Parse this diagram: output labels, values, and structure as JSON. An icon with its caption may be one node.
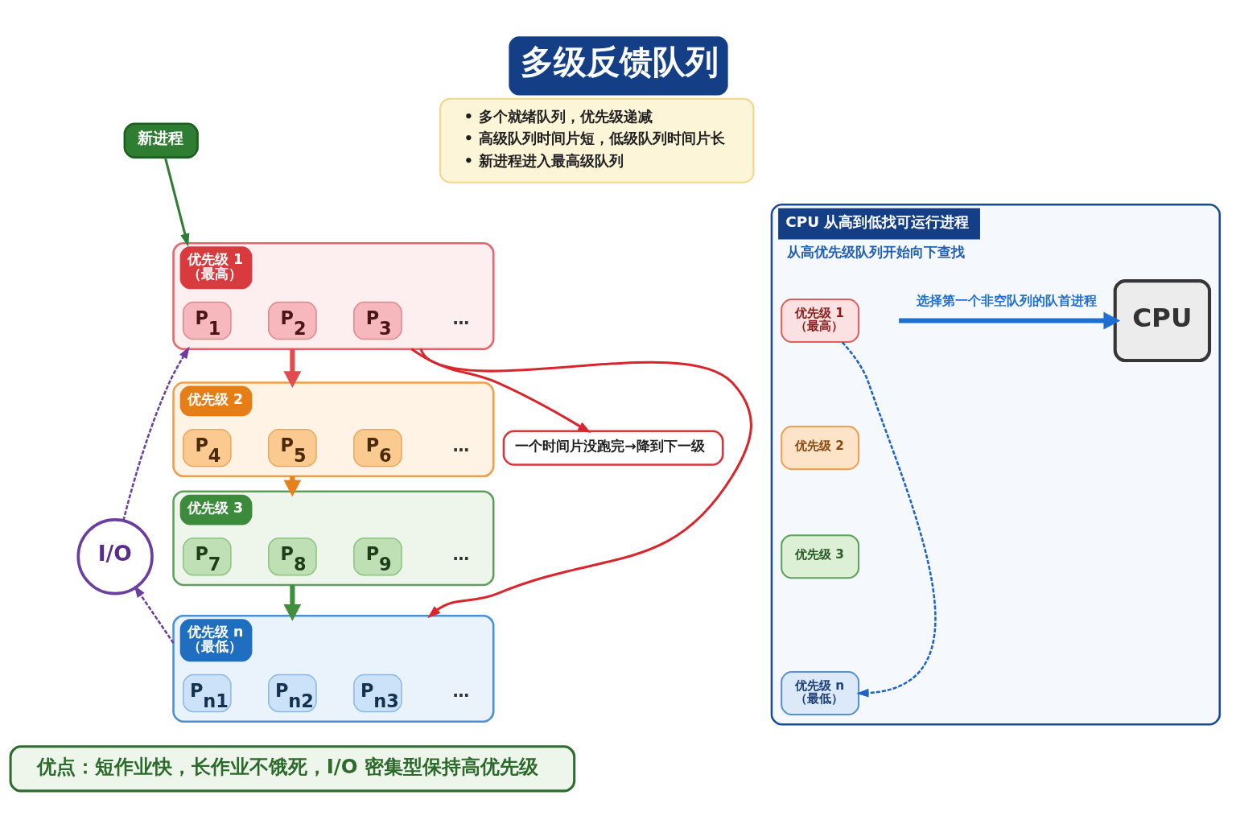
{
  "diagram": {
    "title": "多级反馈队列",
    "nodes": [
      {
        "text": [
          "• 多个就绪队列，优先级递减",
          "• 高级队列时间片短，低级队列时间片长",
          "• 新进程进入最高级队列"
        ]
      },
      {
        "text": [
          "新进程"
        ]
      },
      {
        "text": [
          "优先级 1",
          "（最高）"
        ]
      },
      {
        "text": [
          "P$_{1}$"
        ],
        "in": 2
      },
      {
        "text": [
          "P$_{2}$"
        ],
        "in": 2
      },
      {
        "text": [
          "P$_{3}$"
        ],
        "in": 2
      },
      {
        "text": [
          "优先级 2"
        ]
      },
      {
        "text": [
          "P$_{4}$"
        ],
        "in": 6
      },
      {
        "text": [
          "P$_{5}$"
        ],
        "in": 6
      },
      {
        "text": [
          "P$_{6}$"
        ],
        "in": 6
      },
      {
        "text": [
          "优先级 3"
        ]
      },
      {
        "text": [
          "P$_{7}$"
        ],
        "in": 10
      },
      {
        "text": [
          "P$_{8}$"
        ],
        "in": 10
      },
      {
        "text": [
          "P$_{9}$"
        ],
        "in": 10
      },
      {
        "text": [
          "优先级 n",
          "（最低）"
        ]
      },
      {
        "text": [
          "P$_{n1}$"
        ],
        "in": 14
      },
      {
        "text": [
          "P$_{n2}$"
        ],
        "in": 14
      },
      {
        "text": [
          "P$_{n3}$"
        ],
        "in": 14
      },
      {
        "text": [
          "I/O"
        ]
      },
      {
        "text": [
          "一个时间片没跑完→降到下一级"
        ]
      },
      {
        "text": [
          "CPU 从高到低找可运行进程",
          "从高优先级队列开始向下查找"
        ]
      },
      {
        "text": [
          "优先级 1",
          "（最高）"
        ],
        "in": 20
      },
      {
        "text": [
          "优先级 2"
        ],
        "in": 20
      },
      {
        "text": [
          "优先级 3"
        ],
        "in": 20
      },
      {
        "text": [
          "优先级 n",
          "（最低）"
        ],
        "in": 20
      },
      {
        "text": [
          "CPU"
        ],
        "in": 20
      },
      {
        "text": [
          "优点：短作业快，长作业不饿死，I/O 密集型保持高优先级"
        ]
      }
    ],
    "edges": [
      {
        "from": 1,
        "to": 2,
        "arrow": "to",
        "color": "#2e7d32"
      },
      {
        "from": 18,
        "to": 2,
        "arrow": "to",
        "style": "dashed",
        "color": "#6a3fa0"
      },
      {
        "from": 2,
        "to": 6,
        "arrow": "to",
        "style": "thick",
        "color": "#e24b4f"
      },
      {
        "from": 6,
        "to": 10,
        "arrow": "to",
        "style": "thick",
        "color": "#e8801a"
      },
      {
        "from": 10,
        "to": 14,
        "arrow": "to",
        "style": "thick",
        "color": "#3f8f3c"
      },
      {
        "from": 14,
        "to": 18,
        "arrow": "to",
        "style": "dashed",
        "color": "#6a3fa0"
      },
      {
        "from": 2,
        "to": 14,
        "arrow": "to",
        "color": "#d8262d"
      },
      {
        "from": 2,
        "to": 19,
        "arrow": "to",
        "color": "#d8262d"
      },
      {
        "from": 21,
        "to": 24,
        "arrow": "to",
        "style": "dashed",
        "color": "#1e64c8"
      },
      {
        "from": null,
        "to": 25,
        "arrow": "to",
        "style": "thick",
        "color": "#1f6fd2",
        "label": "选择第一个非空队列的队首进程"
      }
    ],
    "labels": [
      "…",
      "…",
      "…",
      "…"
    ]
  }
}
